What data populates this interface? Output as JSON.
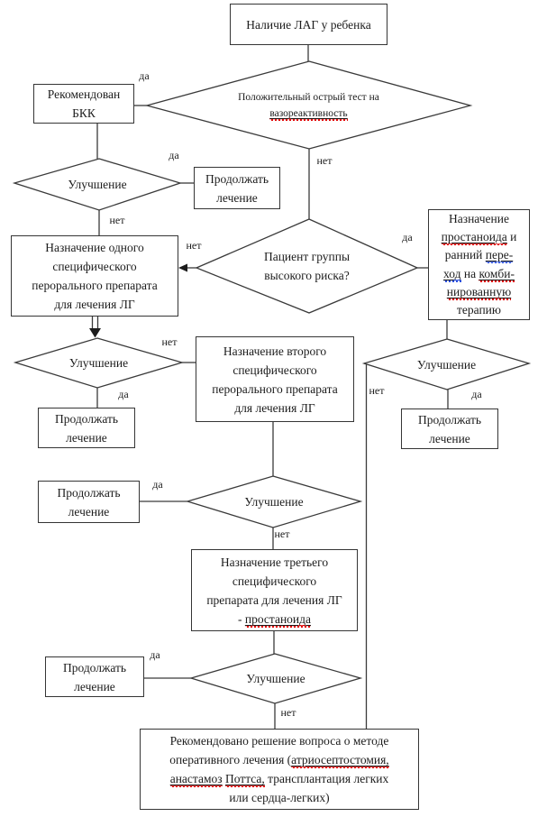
{
  "colors": {
    "spellcheck_red": "#e00000",
    "grammar_blue": "#2b50e0",
    "line": "#3a3a3a",
    "text": "#1c1c1c",
    "background": "#ffffff"
  },
  "edge_labels": {
    "yes": "да",
    "no": "нет"
  },
  "nodes": {
    "start": {
      "segments": [
        {
          "t": "Наличие ЛАГ у ребенка"
        }
      ]
    },
    "vasoreactivity": {
      "segments": [
        {
          "t": "Положительный острый тест на\n"
        },
        {
          "t": "вазореактивность",
          "u": "red"
        }
      ]
    },
    "bkk": {
      "segments": [
        {
          "t": "Рекомендован\nБКК"
        }
      ]
    },
    "improvement1": {
      "segments": [
        {
          "t": "Улучшение"
        }
      ]
    },
    "continue1": {
      "segments": [
        {
          "t": "Продолжать\nлечение"
        }
      ]
    },
    "first_oral_drug": {
      "segments": [
        {
          "t": "Назначение одного\nспецифического\nперорального препарата\nдля лечения ЛГ"
        }
      ]
    },
    "high_risk": {
      "segments": [
        {
          "t": "Пациент группы\nвысокого риска?"
        }
      ]
    },
    "prostanoid_combo": {
      "segments": [
        {
          "t": "Назначение\n"
        },
        {
          "t": "простаноида",
          "u": "red"
        },
        {
          "t": " и\nранний "
        },
        {
          "t": "пере-",
          "u": "blue"
        },
        {
          "t": "\n"
        },
        {
          "t": "ход",
          "u": "blue"
        },
        {
          "t": " на "
        },
        {
          "t": "комби-",
          "u": "red"
        },
        {
          "t": "\n"
        },
        {
          "t": "нированную",
          "u": "red"
        },
        {
          "t": "\nтерапию"
        }
      ]
    },
    "improvement2": {
      "segments": [
        {
          "t": "Улучшение"
        }
      ]
    },
    "second_oral_drug": {
      "segments": [
        {
          "t": "Назначение второго\nспецифического\nперорального препарата\nдля лечения ЛГ"
        }
      ]
    },
    "improvement_right": {
      "segments": [
        {
          "t": "Улучшение"
        }
      ]
    },
    "continue2": {
      "segments": [
        {
          "t": "Продолжать\nлечение"
        }
      ]
    },
    "continue_right": {
      "segments": [
        {
          "t": "Продолжать\nлечение"
        }
      ]
    },
    "improvement3": {
      "segments": [
        {
          "t": "Улучшение"
        }
      ]
    },
    "continue3": {
      "segments": [
        {
          "t": "Продолжать\nлечение"
        }
      ]
    },
    "third_drug": {
      "segments": [
        {
          "t": "Назначение третьего\nспецифического\nпрепарата для лечения ЛГ\n- "
        },
        {
          "t": "простаноида",
          "u": "red"
        }
      ]
    },
    "improvement4": {
      "segments": [
        {
          "t": "Улучшение"
        }
      ]
    },
    "continue4": {
      "segments": [
        {
          "t": "Продолжать\nлечение"
        }
      ]
    },
    "surgical": {
      "segments": [
        {
          "t": "Рекомендовано решение вопроса о методе\nоперативного лечения ("
        },
        {
          "t": "атриосептостомия,",
          "u": "red"
        },
        {
          "t": "\n"
        },
        {
          "t": "анастамоз",
          "u": "red"
        },
        {
          "t": " "
        },
        {
          "t": "Поттса,",
          "u": "red"
        },
        {
          "t": " трансплантация легких\nили сердца-легких)"
        }
      ]
    }
  }
}
